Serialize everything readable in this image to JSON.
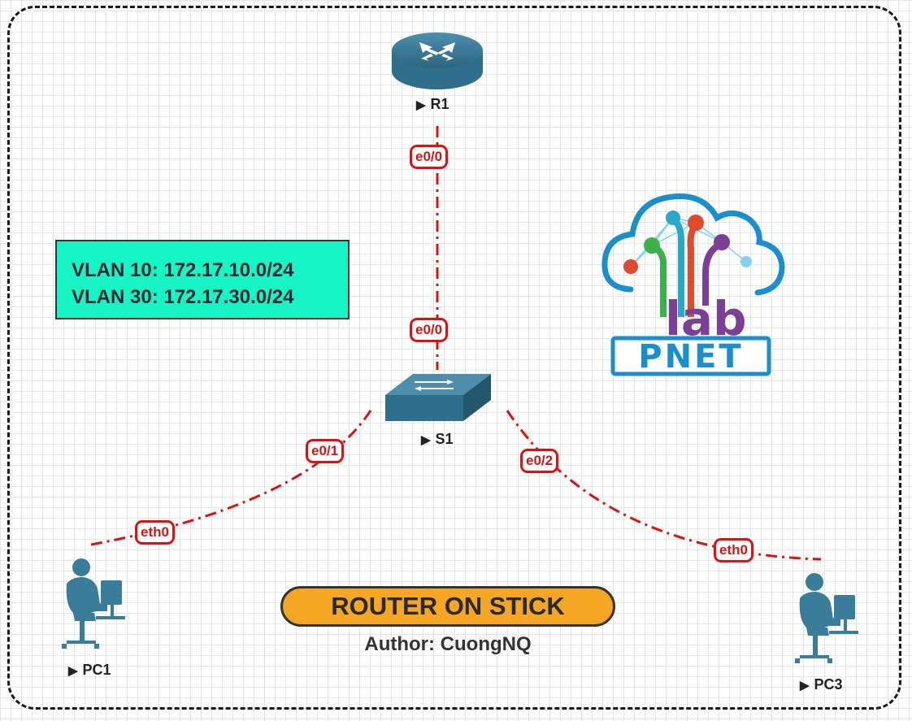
{
  "nodes": {
    "r1": "R1",
    "s1": "S1",
    "pc1": "PC1",
    "pc3": "PC3"
  },
  "ports": {
    "r1_e0_0": "e0/0",
    "s1_e0_0": "e0/0",
    "s1_e0_1": "e0/1",
    "s1_e0_2": "e0/2",
    "pc1_eth0": "eth0",
    "pc3_eth0": "eth0"
  },
  "vlans": [
    "VLAN 10: 172.17.10.0/24",
    "VLAN 30: 172.17.30.0/24"
  ],
  "title": "ROUTER ON STICK",
  "author": "Author: CuongNQ",
  "logo": {
    "top_text": "lab",
    "bottom_text": "PNET"
  },
  "colors": {
    "link": "#e01010",
    "vlan_box": "#17f5c6",
    "title_pill": "#f5a623",
    "device": "#3a7d9a",
    "logo_blue": "#1a8fcf"
  }
}
